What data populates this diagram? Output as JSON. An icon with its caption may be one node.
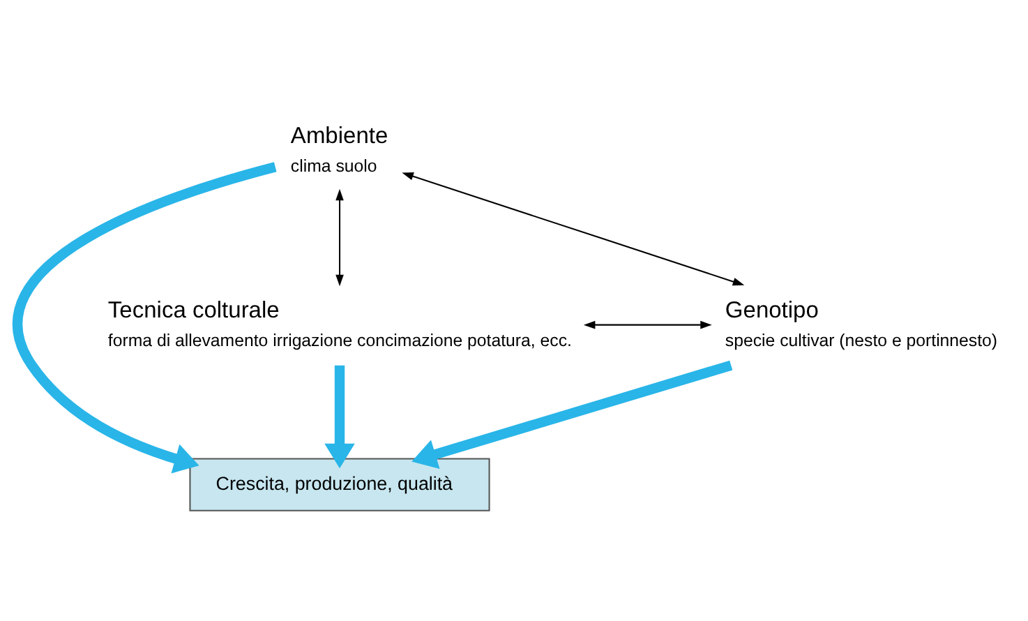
{
  "diagram": {
    "nodes": [
      {
        "text": [
          "Ambiente",
          "clima suolo"
        ]
      },
      {
        "text": [
          "Crescita, produzione, qualità"
        ]
      },
      {
        "text": [
          "Tecnica colturale",
          "forma di allevamento irrigazione concimazione potatura, ecc."
        ]
      },
      {
        "text": [
          "Genotipo",
          "specie cultivar (nesto e portinnesto)"
        ]
      }
    ],
    "edges": [
      {
        "from": 0,
        "to": 2,
        "arrow": "both"
      },
      {
        "from": 0,
        "to": 3,
        "arrow": "both"
      },
      {
        "from": 2,
        "to": 3,
        "arrow": "both"
      },
      {
        "from": 0,
        "to": 1,
        "arrow": "to",
        "style": "thick",
        "color": "#29b5e8"
      },
      {
        "from": 2,
        "to": 1,
        "arrow": "to",
        "style": "thick",
        "color": "#29b5e8"
      },
      {
        "from": 3,
        "to": 1,
        "arrow": "to",
        "style": "thick",
        "color": "#29b5e8"
      }
    ]
  }
}
